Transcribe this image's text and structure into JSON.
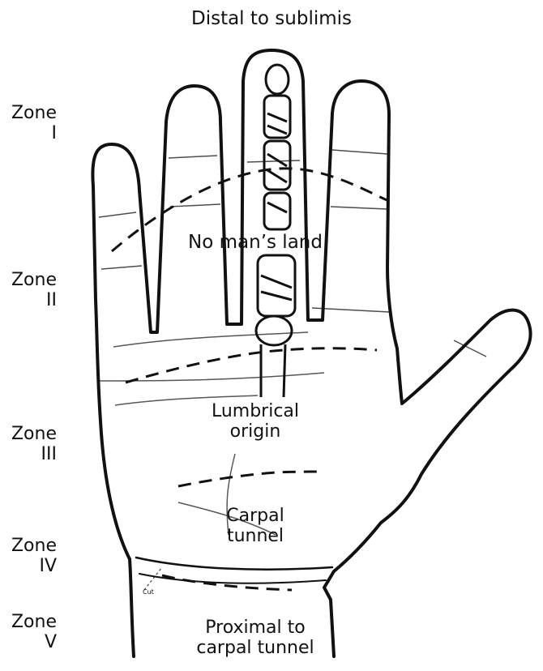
{
  "title": "Distal to sublimis",
  "zones": [
    {
      "word": "Zone",
      "numeral": "I"
    },
    {
      "word": "Zone",
      "numeral": "II"
    },
    {
      "word": "Zone",
      "numeral": "III"
    },
    {
      "word": "Zone",
      "numeral": "IV"
    },
    {
      "word": "Zone",
      "numeral": "V"
    }
  ],
  "regions": {
    "no_mans_land": "No man’s land",
    "lumbrical_line1": "Lumbrical",
    "lumbrical_line2": "origin",
    "carpal_line1": "Carpal",
    "carpal_line2": "tunnel",
    "proximal_line1": "Proximal to",
    "proximal_line2": "carpal tunnel"
  },
  "small_label": "Cut",
  "colors": {
    "ink": "#111111",
    "background": "#ffffff"
  }
}
